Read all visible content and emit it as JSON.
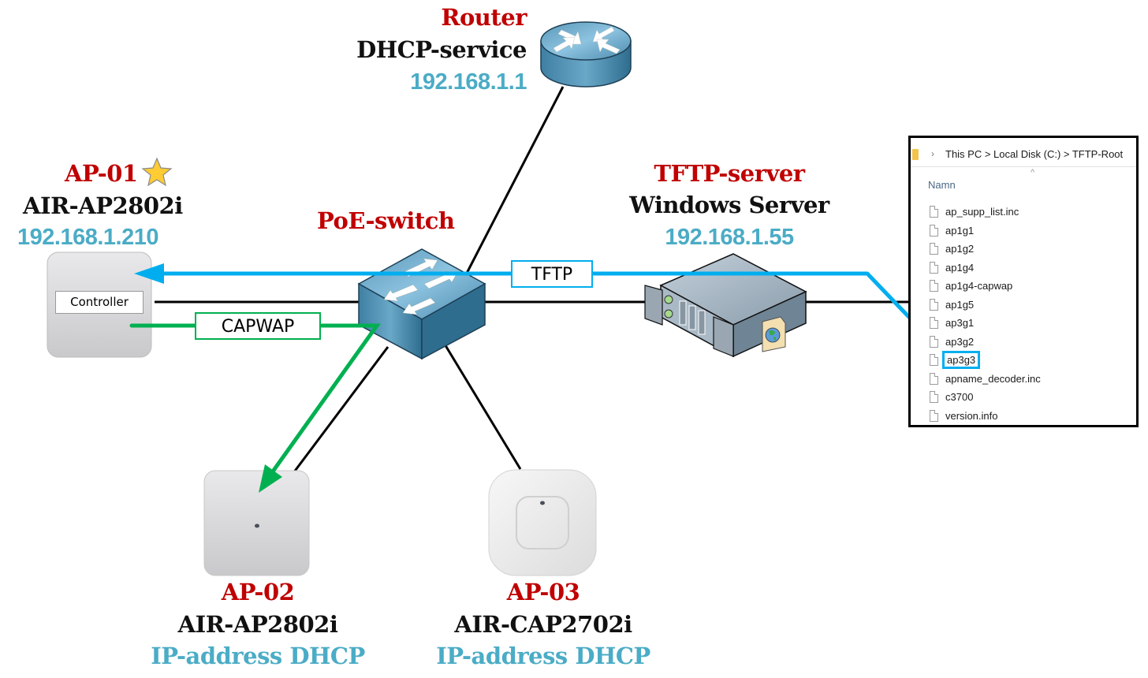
{
  "colors": {
    "title_red": "#c00000",
    "ip_blue": "#4bacc6",
    "tftp_line": "#00aeef",
    "capwap_line": "#00b050",
    "link_black": "#000000"
  },
  "router": {
    "title": "Router",
    "subtitle": "DHCP-service",
    "ip": "192.168.1.1",
    "icon": "router-icon"
  },
  "switch": {
    "title": "PoE-switch",
    "icon": "switch-icon"
  },
  "tftp_server": {
    "title": "TFTP-server",
    "subtitle": "Windows Server",
    "ip": "192.168.1.55",
    "icon": "server-icon"
  },
  "ap01": {
    "title": "AP-01",
    "model": "AIR-AP2802i",
    "ip": "192.168.1.210",
    "role_label": "Controller",
    "badge": "star-icon",
    "icon": "access-point-icon"
  },
  "ap02": {
    "title": "AP-02",
    "model": "AIR-AP2802i",
    "ip": "IP-address DHCP",
    "icon": "access-point-icon"
  },
  "ap03": {
    "title": "AP-03",
    "model": "AIR-CAP2702i",
    "ip": "IP-address DHCP",
    "icon": "access-point-icon"
  },
  "flows": {
    "tftp_label": "TFTP",
    "capwap_label": "CAPWAP"
  },
  "explorer": {
    "breadcrumb": "This PC > Local Disk (C:) > TFTP-Root",
    "column_header": "Namn",
    "files": [
      {
        "name": "ap_supp_list.inc"
      },
      {
        "name": "ap1g1"
      },
      {
        "name": "ap1g2"
      },
      {
        "name": "ap1g4"
      },
      {
        "name": "ap1g4-capwap"
      },
      {
        "name": "ap1g5"
      },
      {
        "name": "ap3g1"
      },
      {
        "name": "ap3g2"
      },
      {
        "name": "ap3g3",
        "highlighted": true
      },
      {
        "name": "apname_decoder.inc"
      },
      {
        "name": "c3700"
      },
      {
        "name": "version.info"
      }
    ]
  }
}
